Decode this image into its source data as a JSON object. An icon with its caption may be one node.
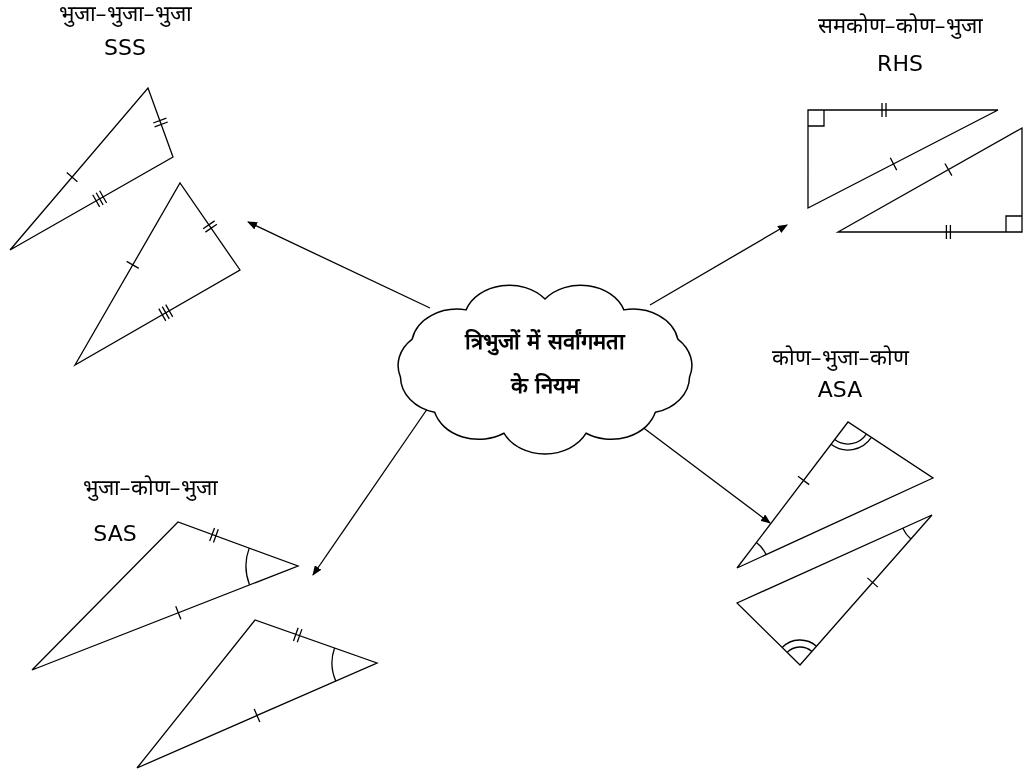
{
  "diagram": {
    "nodes": [
      {
        "text": [
          "त्रिभुजों में सर्वांगमता के नियम"
        ]
      },
      {
        "text": [
          "भुजा–भुजा–भुजा",
          "SSS"
        ]
      },
      {
        "text": [
          "समकोण–कोण–भुजा",
          "RHS"
        ]
      },
      {
        "text": [
          "कोण–भुजा–कोण",
          "ASA"
        ]
      },
      {
        "text": [
          "भुजा–कोण–भुजा",
          "SAS"
        ]
      }
    ],
    "edges": [
      {
        "from": 0,
        "to": 1,
        "arrow": "to"
      },
      {
        "from": 0,
        "to": 2,
        "arrow": "to"
      },
      {
        "from": 0,
        "to": 3,
        "arrow": "to"
      },
      {
        "from": 0,
        "to": 4,
        "arrow": "to"
      }
    ]
  }
}
